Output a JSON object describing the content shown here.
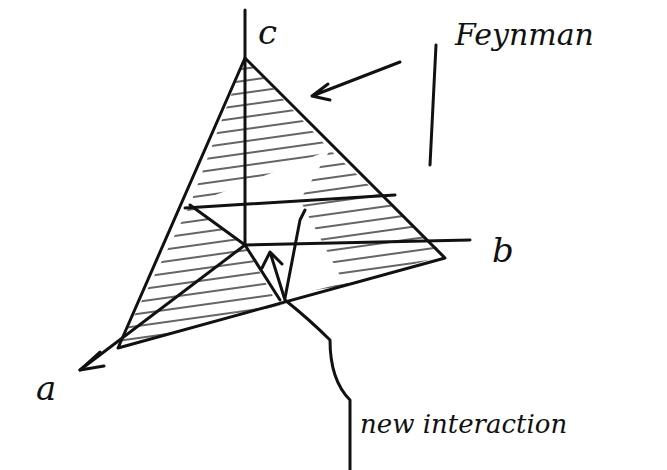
{
  "diagram": {
    "labels": [
      "c",
      "Feynman",
      "b",
      "a",
      "new interaction"
    ]
  }
}
